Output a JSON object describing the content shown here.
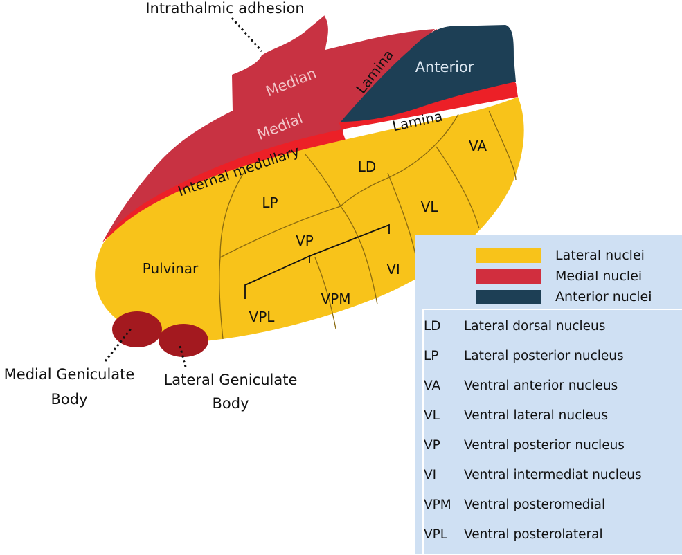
{
  "labels": {
    "intrathalmic_adhesion": "Intrathalmic adhesion",
    "median": "Median",
    "medial": "Medial",
    "lamina_upper": "Lamina",
    "lamina_lower": "Lamina",
    "anterior": "Anterior",
    "internal_medullary": "Internal medullary",
    "ld": "LD",
    "va": "VA",
    "lp": "LP",
    "vl": "VL",
    "vp": "VP",
    "pulvinar": "Pulvinar",
    "vi": "VI",
    "vpm": "VPM",
    "vpl": "VPL",
    "medial_geniculate_line1": "Medial Geniculate",
    "medial_geniculate_line2": "Body",
    "lateral_geniculate_line1": "Lateral Geniculate",
    "lateral_geniculate_line2": "Body"
  },
  "legend": {
    "color_keys": [
      {
        "label": "Lateral nuclei",
        "color": "#f8c31a"
      },
      {
        "label": "Medial nuclei",
        "color": "#d12e3e"
      },
      {
        "label": "Anterior nuclei",
        "color": "#1d3f55"
      }
    ],
    "abbreviations": [
      {
        "code": "LD",
        "name": "Lateral dorsal nucleus"
      },
      {
        "code": "LP",
        "name": "Lateral posterior nucleus"
      },
      {
        "code": "VA",
        "name": "Ventral anterior nucleus"
      },
      {
        "code": "VL",
        "name": "Ventral lateral nucleus"
      },
      {
        "code": "VP",
        "name": "Ventral posterior nucleus"
      },
      {
        "code": "VI",
        "name": "Ventral intermediat nucleus"
      },
      {
        "code": "VPM",
        "name": "Ventral posteromedial"
      },
      {
        "code": "VPL",
        "name": "Ventral posterolateral"
      }
    ]
  },
  "colors": {
    "lateral": "#f8c31a",
    "medial": "#c83242",
    "lamina": "#ec2027",
    "anterior": "#1d3f55",
    "geniculate": "#a3191f",
    "legend_bg": "#cfe0f3"
  }
}
